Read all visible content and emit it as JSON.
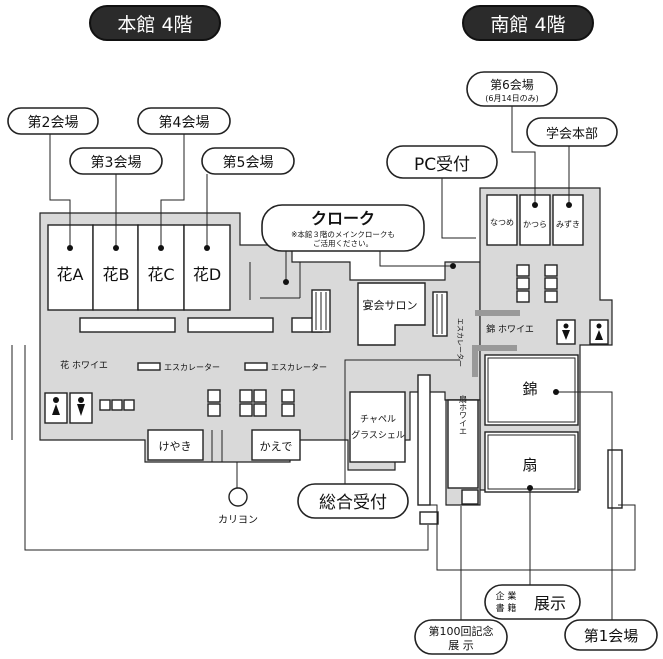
{
  "headers": {
    "main_building": "本館 4階",
    "south_building": "南館 4階"
  },
  "callouts": {
    "hall2": "第2会場",
    "hall3": "第3会場",
    "hall4": "第4会場",
    "hall5": "第5会場",
    "hall6": "第6会場",
    "hall6_note": "(6月14日のみ)",
    "hq": "学会本部",
    "pc": "PC受付",
    "cloak": "クローク",
    "cloak_note1": "※本館３階のメインクロークも",
    "cloak_note2": "ご活用ください。",
    "reception": "総合受付",
    "expo_small1": "企 業",
    "expo_small2": "書 籍",
    "expo": "展示",
    "hall1": "第1会場",
    "memorial1": "第100回記念",
    "memorial2": "展 示"
  },
  "rooms": {
    "hana_a": "花A",
    "hana_b": "花B",
    "hana_c": "花C",
    "hana_d": "花D",
    "natsume": "なつめ",
    "katsura": "かつら",
    "mizuki": "みずき",
    "enkai": "宴会サロン",
    "nishiki": "錦",
    "ougi": "扇",
    "keyaki": "けやき",
    "kaede": "かえで",
    "chapel1": "チャペル",
    "chapel2": "グラスシェル",
    "carillon": "カリヨン",
    "hana_foyer": "花 ホワイエ",
    "esc1": "エスカレーター",
    "esc2": "エスカレーター",
    "esc_v": "エスカレーター",
    "nishiki_foyer": "錦 ホワイエ",
    "ougi_foyer": "扇ホワイエ"
  },
  "icons": {
    "restroom_women": "female-restroom-icon",
    "restroom_men": "male-restroom-icon"
  },
  "colors": {
    "header_fill": "#2b2b2b",
    "header_text": "#ffffff",
    "floor_fill": "#d9d9d9",
    "room_fill": "#ffffff",
    "corridor_marker": "#999999"
  }
}
